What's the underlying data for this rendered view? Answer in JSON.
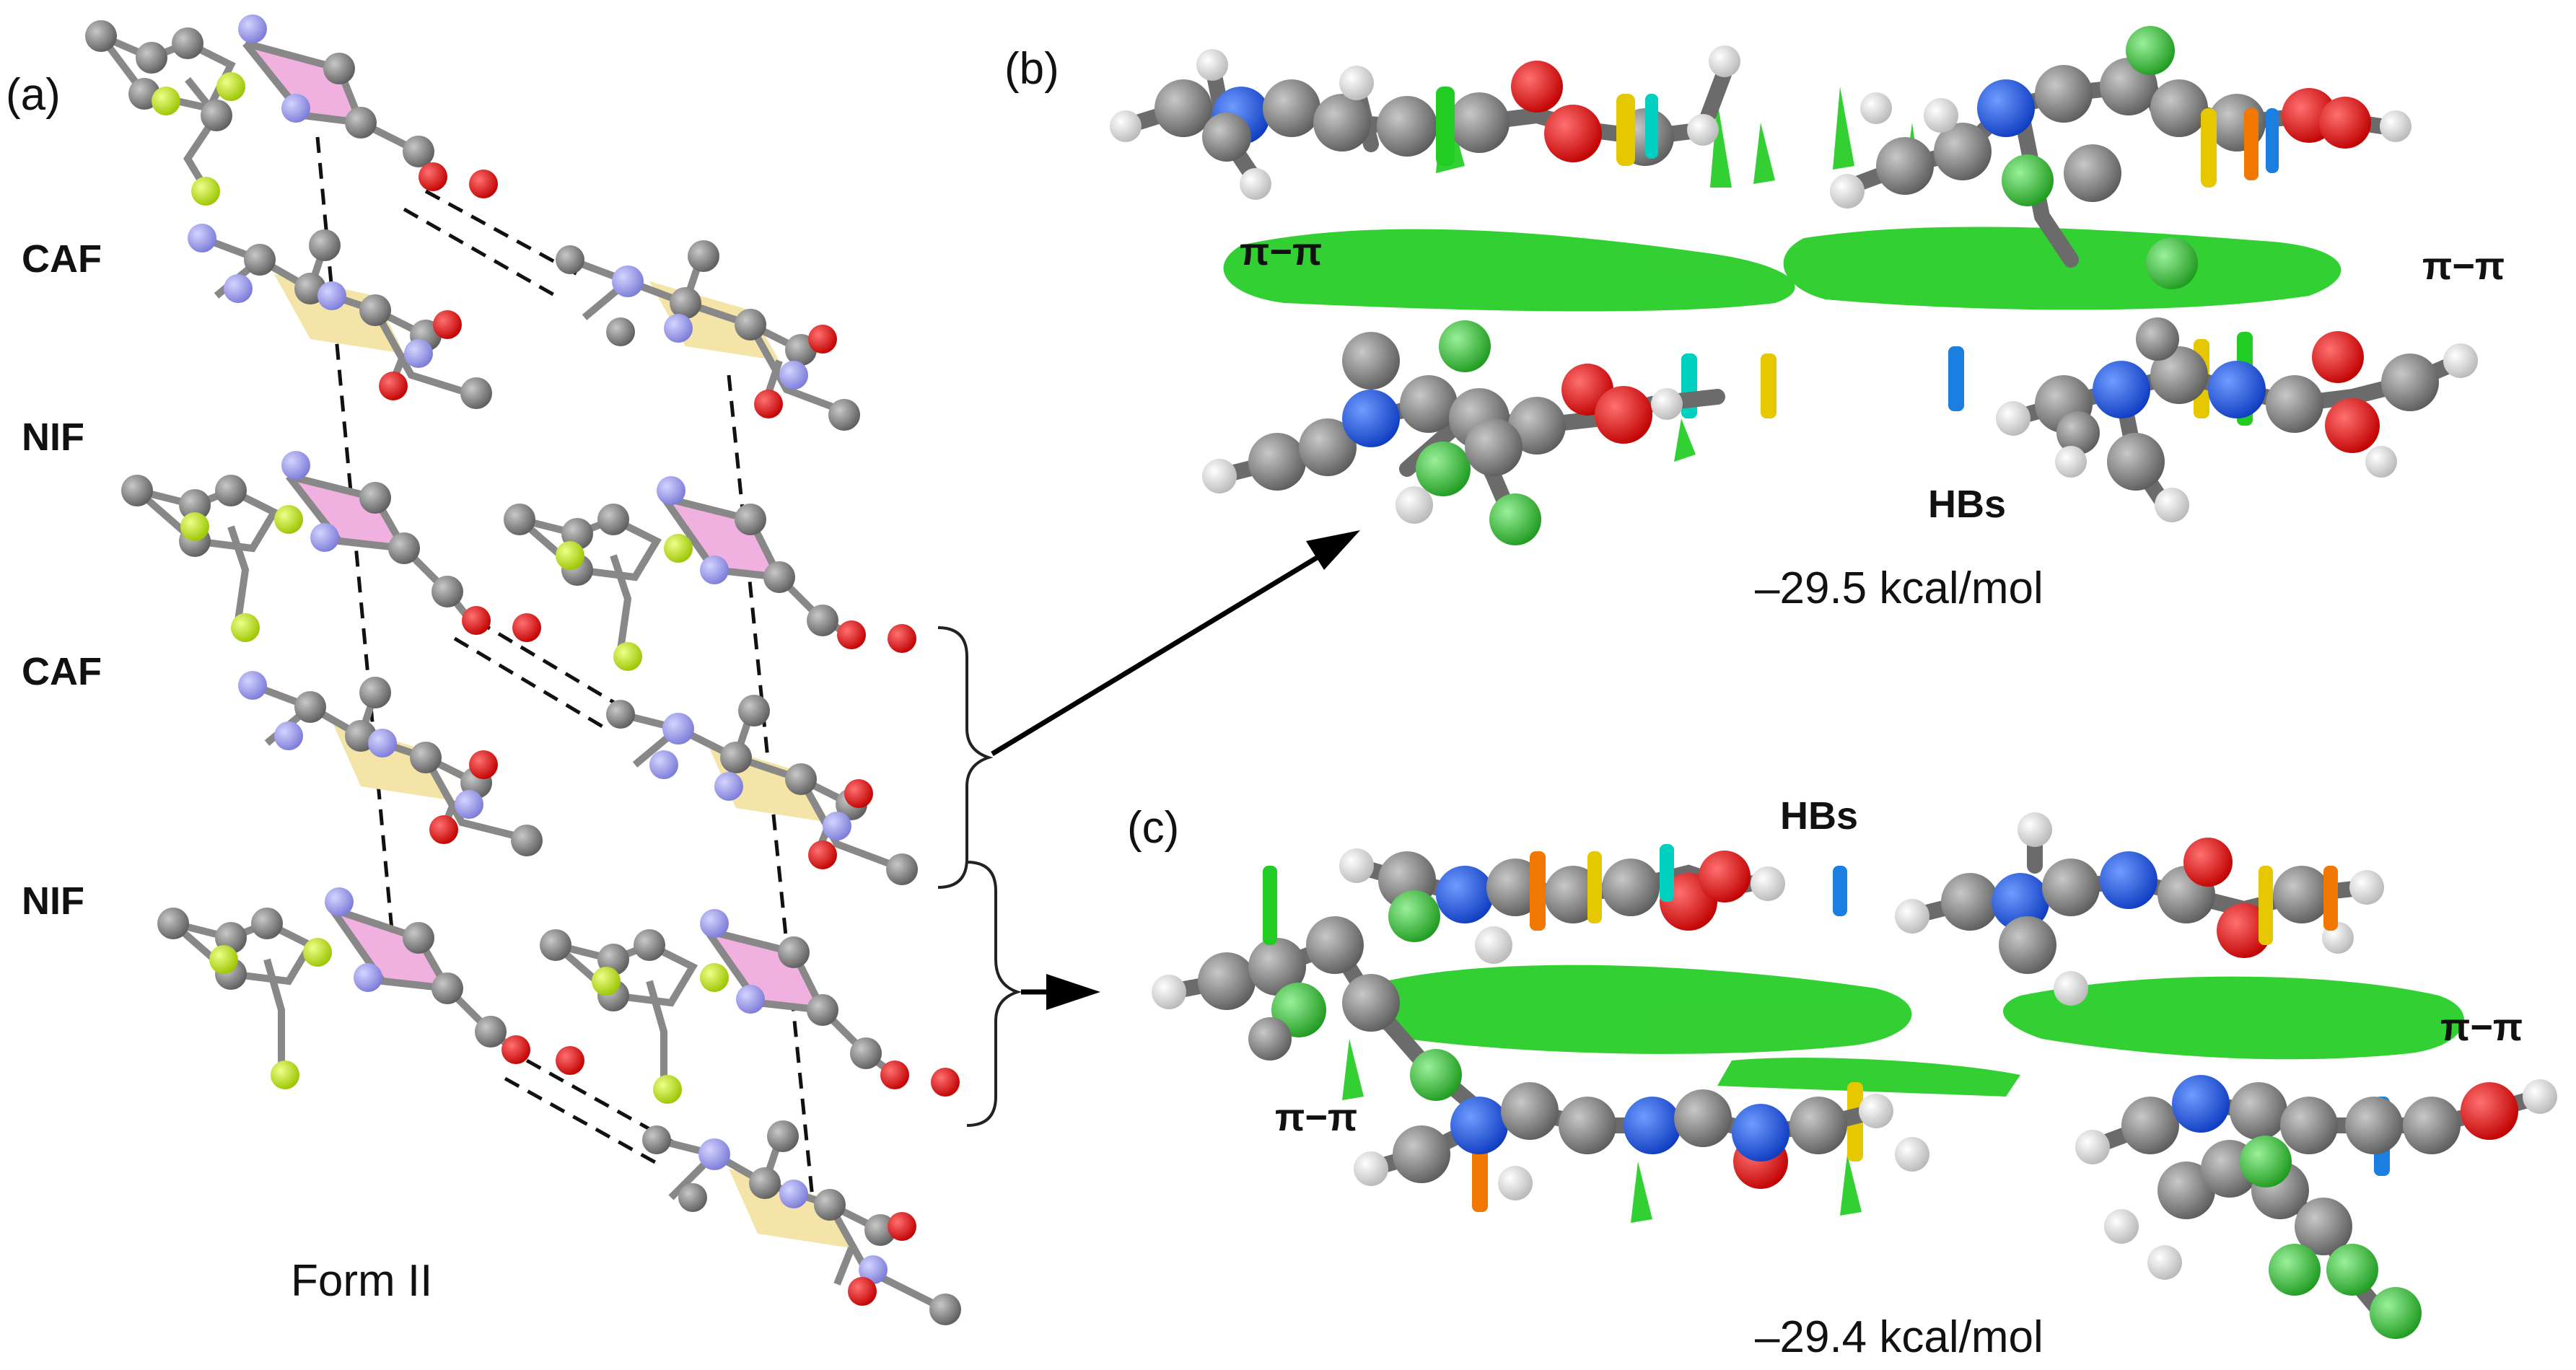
{
  "panels": {
    "a": "(a)",
    "b": "(b)",
    "c": "(c)"
  },
  "panel_a": {
    "labels": [
      "CAF",
      "NIF",
      "CAF",
      "NIF"
    ],
    "form": "Form II"
  },
  "panel_b": {
    "pi_left": "π−π",
    "pi_right": "π−π",
    "hbs": "HBs",
    "energy": "–29.5 kcal/mol"
  },
  "panel_c": {
    "hbs": "HBs",
    "pi_left": "π−π",
    "pi_right": "π−π",
    "energy": "–29.4 kcal/mol"
  },
  "colors": {
    "carbon": "#7f7f7f",
    "nitrogen_a": "#9a9ae8",
    "oxygen": "#e00000",
    "fluorine_a": "#b8e000",
    "pyridine_fill": "#f0b0e0",
    "imidazole_fill": "#f4e4a8",
    "nitrogen_bc": "#1f55e0",
    "chlorine_bc": "#33bb33",
    "hydrogen": "#e8e8e8",
    "nci_green": "#22cc22",
    "nci_yellow": "#e6c800",
    "nci_orange": "#f07800",
    "nci_blue": "#1a7fe0",
    "nci_cyan": "#00d0c0"
  }
}
